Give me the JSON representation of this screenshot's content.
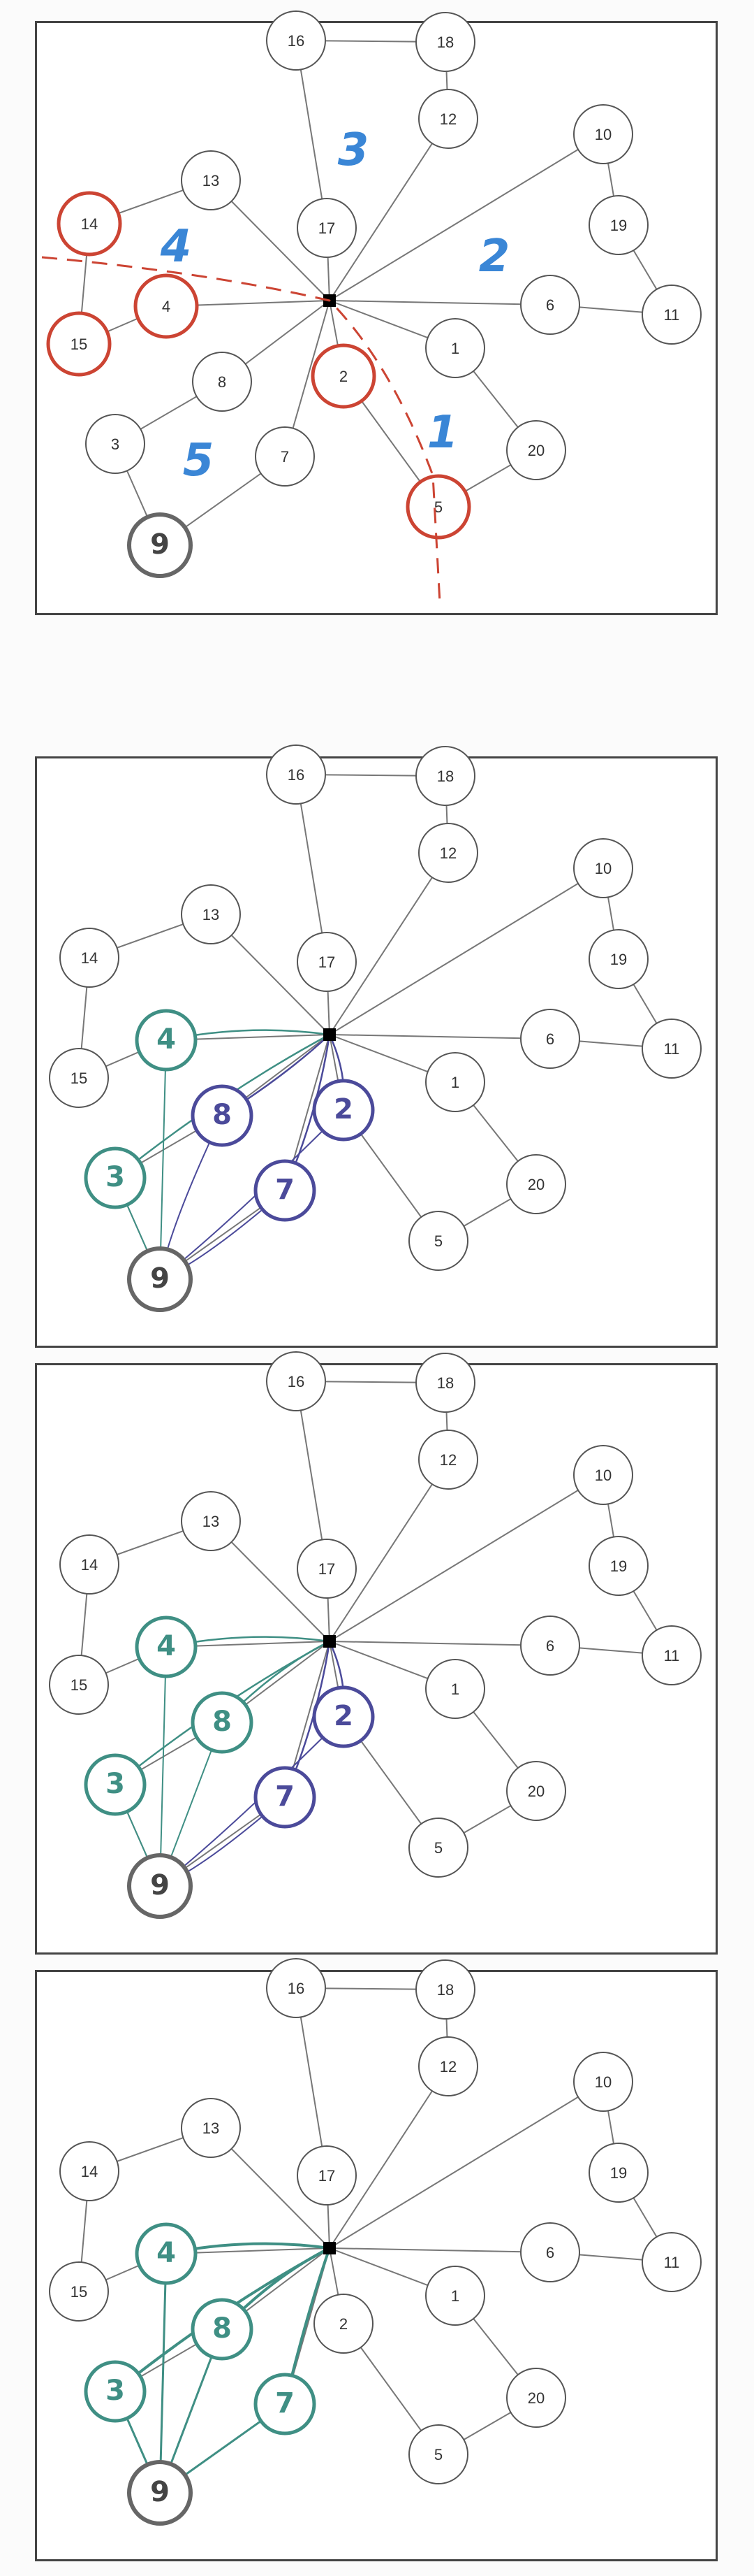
{
  "colors": {
    "edge": "#777777",
    "node_stroke": "#555555",
    "red": "#cc4433",
    "blue_annot": "#3a86d6",
    "teal": "#3f8f84",
    "purple": "#4b4a9a",
    "nine": "#666666"
  },
  "hub_icon": "square-hub",
  "panels": [
    {
      "name": "panel-1",
      "highlight_red": [
        "14",
        "15",
        "4",
        "2",
        "5"
      ],
      "region_labels": [
        "3",
        "2",
        "4",
        "5",
        "1"
      ]
    },
    {
      "name": "panel-2",
      "teal": [
        "4",
        "3"
      ],
      "purple": [
        "8",
        "2",
        "7"
      ]
    },
    {
      "name": "panel-3",
      "teal": [
        "4",
        "8",
        "3"
      ],
      "purple": [
        "2",
        "7"
      ]
    },
    {
      "name": "panel-4",
      "teal": [
        "4",
        "8",
        "3",
        "7"
      ],
      "purple": []
    }
  ]
}
